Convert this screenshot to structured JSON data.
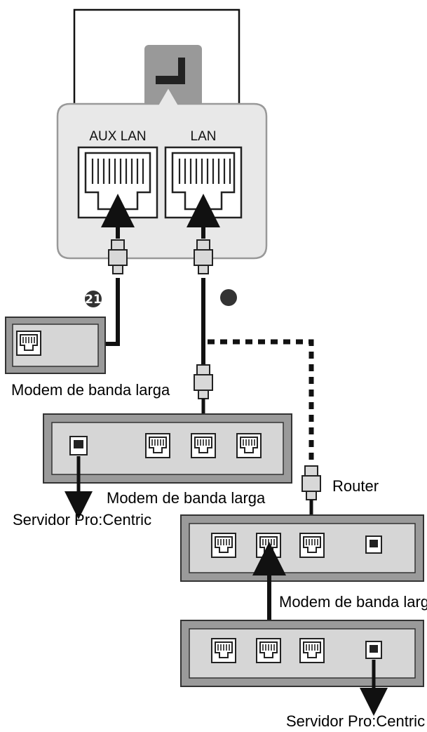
{
  "tv": {
    "aux_lan_label": "AUX LAN",
    "lan_label": "LAN",
    "badge_aux": "21"
  },
  "labels": {
    "top_modem": "Modem de banda larga",
    "middle_modem": "Modem de banda larga",
    "router": "Router",
    "lower_modem": "Modem de banda larga",
    "server_left": "Servidor Pro:Centric",
    "server_bottom": "Servidor Pro:Centric"
  },
  "colors": {
    "panel_fill": "#e8e8e8",
    "device_outer": "#9a9a9a",
    "device_inner": "#d6d6d6",
    "cable": "#111111",
    "badge": "#333333"
  }
}
